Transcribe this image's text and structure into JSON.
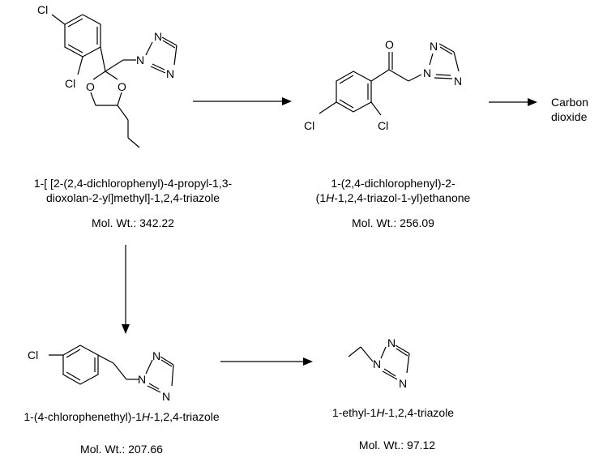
{
  "compounds": {
    "parent": {
      "name_line1": "1-[ [2-(2,4-dichlorophenyl)-4-propyl-1,3-",
      "name_line2": "dioxolan-2-yl]methyl]-1,2,4-triazole",
      "mw": "Mol. Wt.: 342.22",
      "atoms": {
        "cl1": "Cl",
        "cl2": "Cl",
        "o1": "O",
        "o2": "O",
        "n1": "N",
        "n2": "N",
        "n3": "N"
      }
    },
    "ketone": {
      "name_line1": "1-(2,4-dichlorophenyl)-2-",
      "name_line2_pre": "(1",
      "name_line2_italic": "H",
      "name_line2_post": "-1,2,4-triazol-1-yl)ethanone",
      "mw": "Mol. Wt.: 256.09",
      "atoms": {
        "o": "O",
        "cl1": "Cl",
        "cl2": "Cl",
        "n1": "N",
        "n2": "N",
        "n3": "N"
      }
    },
    "co2": {
      "line1": "Carbon",
      "line2": "dioxide"
    },
    "chlorophenethyl": {
      "name_pre": "1-(4-chlorophenethyl)-1",
      "name_italic": "H",
      "name_post": "-1,2,4-triazole",
      "mw": "Mol. Wt.: 207.66",
      "atoms": {
        "cl": "Cl",
        "n1": "N",
        "n2": "N",
        "n3": "N"
      }
    },
    "ethyltriazole": {
      "name_pre": "1-ethyl-1",
      "name_italic": "H",
      "name_post": "-1,2,4-triazole",
      "mw": "Mol. Wt.: 97.12",
      "atoms": {
        "n1": "N",
        "n2": "N",
        "n3": "N"
      }
    }
  }
}
